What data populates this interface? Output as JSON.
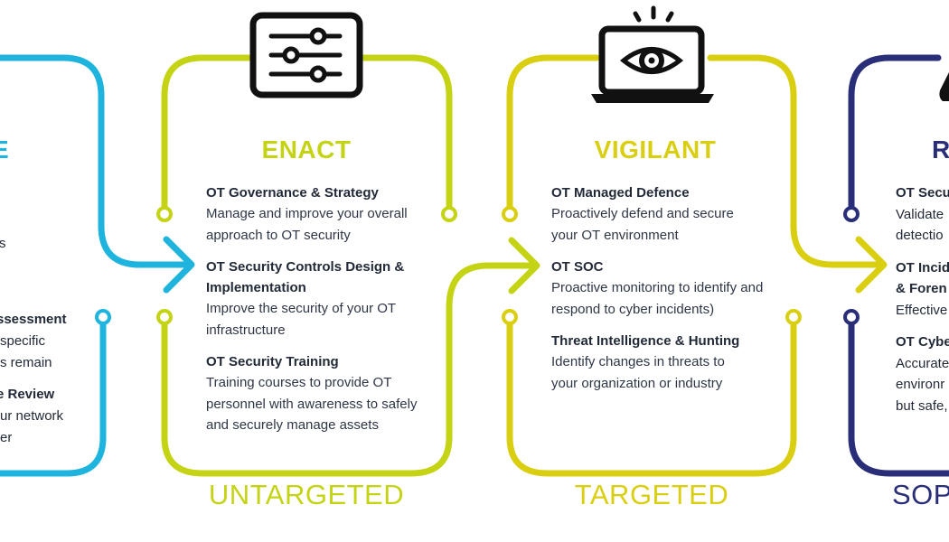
{
  "colors": {
    "cyan": "#1eb4de",
    "lime": "#c4d415",
    "yellow": "#d9cf10",
    "navy": "#2a2e78",
    "text": "#222a38",
    "icon": "#111111"
  },
  "stages": {
    "left": {
      "title": "E",
      "lines": [
        "s",
        "ssessment",
        "specific",
        "s remain",
        "e Review",
        "ur network",
        "er"
      ]
    },
    "enact": {
      "title": "ENACT",
      "icon": "sliders-icon",
      "items": [
        {
          "heading": "OT Governance & Strategy",
          "desc": "Manage and improve your overall approach to OT security"
        },
        {
          "heading": "OT Security Controls Design & Implementation",
          "desc": "Improve the security of your OT infrastructure"
        },
        {
          "heading": "OT Security Training",
          "desc": "Training courses to provide OT personnel with awareness to safely and securely manage assets"
        }
      ]
    },
    "vigilant": {
      "title": "VIGILANT",
      "icon": "laptop-eye-icon",
      "items": [
        {
          "heading": "OT Managed Defence",
          "desc": "Proactively defend and secure your OT environment"
        },
        {
          "heading": "OT SOC",
          "desc": "Proactive monitoring to identify and respond to cyber incidents)"
        },
        {
          "heading": "Threat Intelligence & Hunting",
          "desc": "Identify changes in threats to your organization or industry"
        }
      ]
    },
    "right": {
      "title": "R",
      "icon": "flask-icon",
      "lines": [
        "OT Secu",
        "Validate",
        "detectio",
        "OT Incid",
        "& Foren",
        "Effective",
        "OT Cybe",
        "Accurate",
        "environr",
        "but safe,"
      ]
    }
  },
  "threat_levels": {
    "untargeted": "UNTARGETED",
    "targeted": "TARGETED",
    "sophisticated": "SOP"
  }
}
